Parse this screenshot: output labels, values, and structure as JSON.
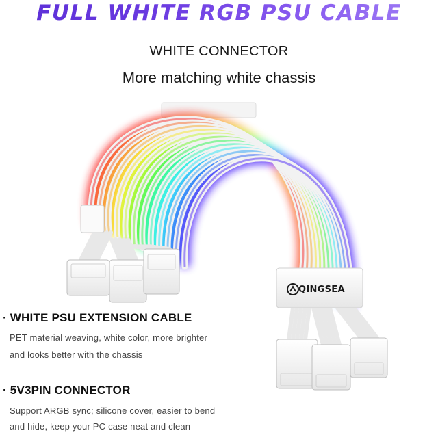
{
  "banner": {
    "headline": "FULL WHITE RGB PSU CABLE",
    "subtitle": "WHITE CONNECTOR",
    "tagline": "More matching white chassis"
  },
  "product": {
    "brand": "QINGSEA",
    "logo_icon": "qingsea-logo-icon"
  },
  "features": [
    {
      "title": "· WHITE PSU EXTENSION CABLE",
      "line1": "PET material weaving, white color, more brighter",
      "line2": "and  looks better with the chassis"
    },
    {
      "title": "· 5V3PIN CONNECTOR",
      "line1": "Support ARGB sync; silicone cover, easier to bend",
      "line2": "and hide, keep your PC case neat and clean"
    }
  ],
  "colors": {
    "headline_gradient_start": "#5b2fd6",
    "headline_gradient_end": "#a07ff5",
    "cable_white": "#f2f2f2",
    "connector_white": "#fafafa"
  }
}
